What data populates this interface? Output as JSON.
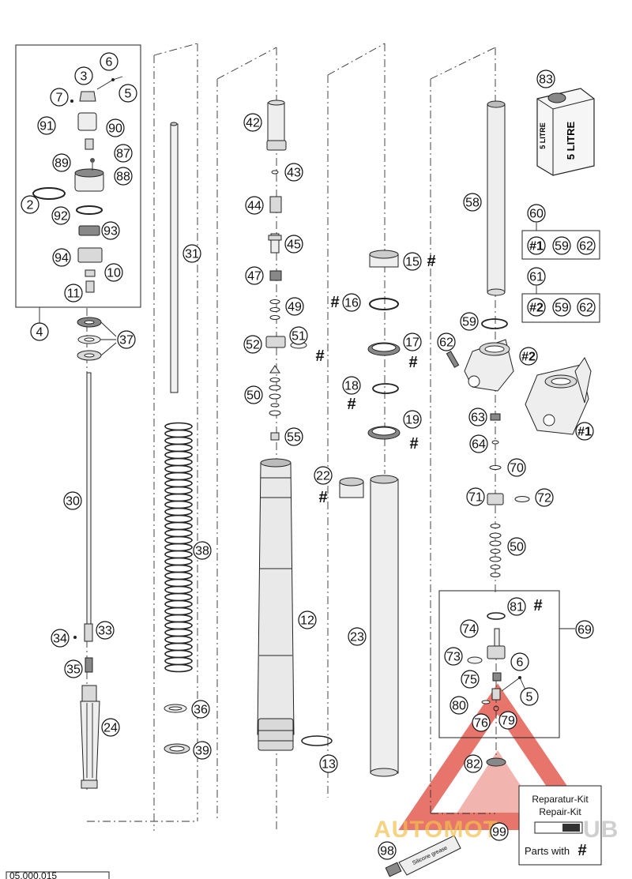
{
  "part_labels": {
    "p2": "2",
    "p3": "3",
    "p4": "4",
    "p5a": "5",
    "p5b": "5",
    "p6a": "6",
    "p6b": "6",
    "p7": "7",
    "p10": "10",
    "p11": "11",
    "p12": "12",
    "p13": "13",
    "p15": "15",
    "p16": "16",
    "p17": "17",
    "p18": "18",
    "p19": "19",
    "p22": "22",
    "p23": "23",
    "p24": "24",
    "p30": "30",
    "p31": "31",
    "p33": "33",
    "p34": "34",
    "p35": "35",
    "p36": "36",
    "p37": "37",
    "p38": "38",
    "p39": "39",
    "p42": "42",
    "p43": "43",
    "p44": "44",
    "p45": "45",
    "p47": "47",
    "p49": "49",
    "p50a": "50",
    "p50b": "50",
    "p51": "51",
    "p52": "52",
    "p55": "55",
    "p58": "58",
    "p59a": "59",
    "p59b": "59",
    "p59c": "59",
    "p60": "60",
    "p61": "61",
    "p62a": "62",
    "p62b": "62",
    "p62c": "62",
    "p63": "63",
    "p64": "64",
    "p69": "69",
    "p70": "70",
    "p71": "71",
    "p72": "72",
    "p73": "73",
    "p74": "74",
    "p75": "75",
    "p76": "76",
    "p79": "79",
    "p80": "80",
    "p81": "81",
    "p82": "82",
    "p83": "83",
    "p87": "87",
    "p88": "88",
    "p89": "89",
    "p90": "90",
    "p91": "91",
    "p92": "92",
    "p93": "93",
    "p94": "94",
    "p98": "98",
    "p99": "99",
    "v1a": "#1",
    "v2a": "#2",
    "v1b": "#1",
    "v2b": "#2"
  },
  "hash_symbol": "#",
  "container_text": {
    "line1": "5 LITRE",
    "line2": "5 LITRE"
  },
  "grease_text": "Silicone grease",
  "kit_box": {
    "line1": "Reparatur-Kit",
    "line2": "Repair-Kit",
    "line3": "Parts with",
    "symbol": "#"
  },
  "watermark": {
    "text_a": "AUTOMOT",
    "text_b": "UB"
  },
  "footer_code": "05.000.015",
  "colors": {
    "ink": "#111111",
    "watermark_red": "#e0483a",
    "watermark_yellow": "#f2c14e"
  }
}
